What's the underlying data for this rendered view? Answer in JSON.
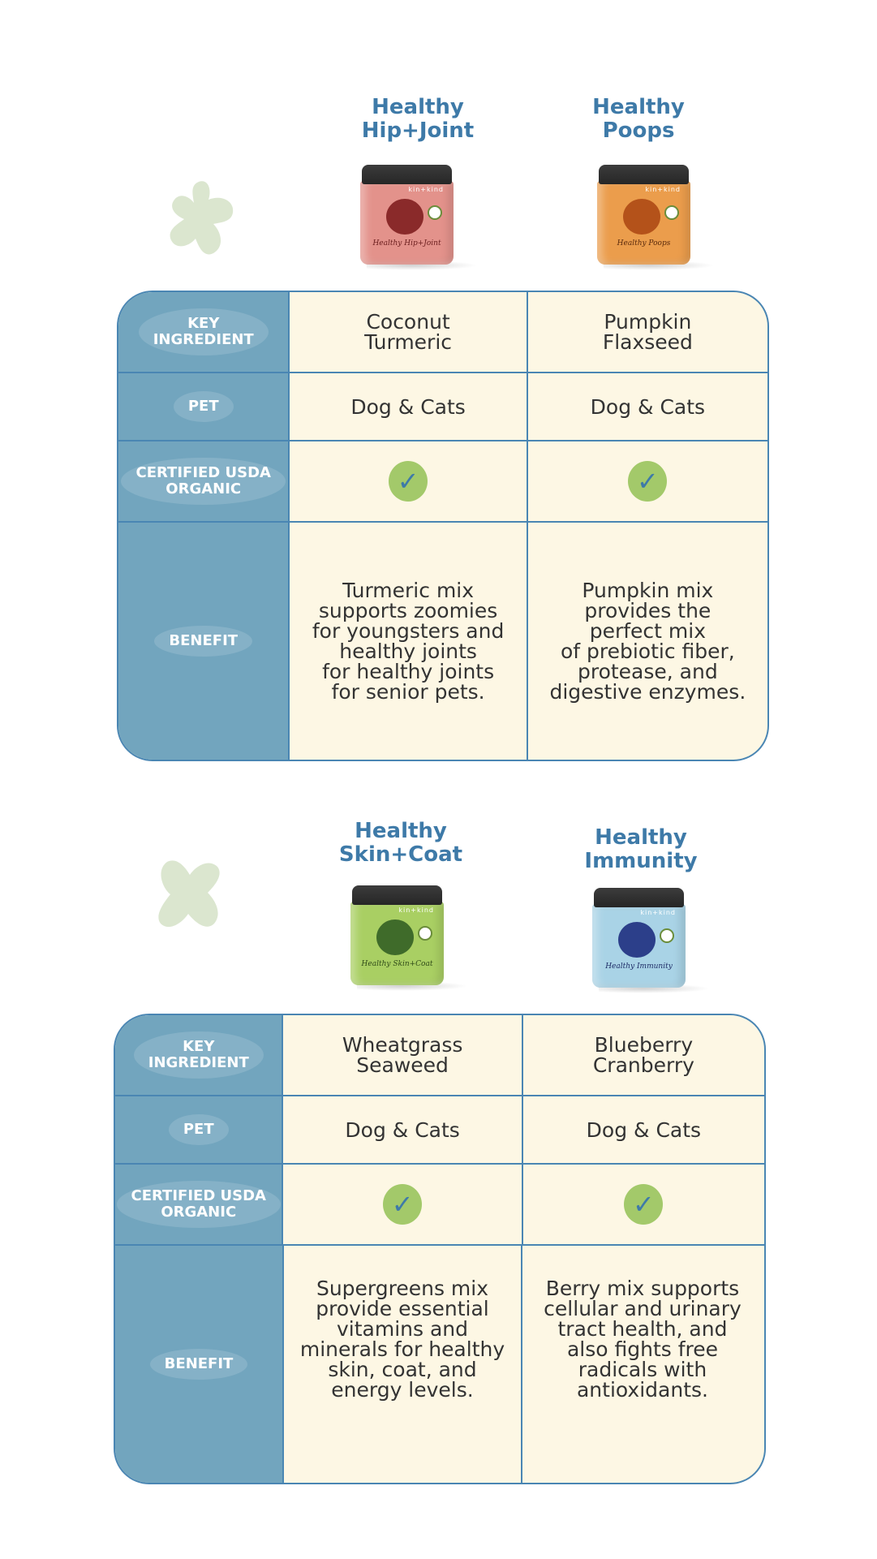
{
  "colors": {
    "title_blue": "#3e7aa8",
    "header_blue": "#72a5be",
    "cell_cream": "#fdf7e4",
    "check_green": "#a3c96a",
    "splat_green": "#dbe6cf"
  },
  "sections": [
    {
      "products": [
        {
          "title_line1": "Healthy",
          "title_line2": "Hip+Joint",
          "jar_brand": "kin+kind",
          "jar_label": "Healthy Hip+Joint",
          "jar_color": "#e3928b"
        },
        {
          "title_line1": "Healthy",
          "title_line2": "Poops",
          "jar_brand": "kin+kind",
          "jar_label": "Healthy Poops",
          "jar_color": "#eb9d4c"
        }
      ],
      "table": {
        "key_ingredient": {
          "label_line1": "KEY",
          "label_line2": "INGREDIENT",
          "values": [
            {
              "line1": "Coconut",
              "line2": "Turmeric"
            },
            {
              "line1": "Pumpkin",
              "line2": "Flaxseed"
            }
          ]
        },
        "pet": {
          "label": "PET",
          "values": [
            "Dog & Cats",
            "Dog & Cats"
          ]
        },
        "organic": {
          "label_line1": "CERTIFIED USDA",
          "label_line2": "ORGANIC",
          "values": [
            "✓",
            "✓"
          ]
        },
        "benefit": {
          "label": "BENEFIT",
          "values": [
            [
              "Turmeric mix",
              "supports zoomies",
              "for youngsters and",
              "healthy joints",
              "for healthy joints",
              "for senior pets."
            ],
            [
              "Pumpkin mix",
              "provides the",
              "perfect mix",
              "of prebiotic fiber,",
              "protease, and",
              "digestive enzymes."
            ]
          ]
        }
      }
    },
    {
      "products": [
        {
          "title_line1": "Healthy",
          "title_line2": "Skin+Coat",
          "jar_brand": "kin+kind",
          "jar_label": "Healthy Skin+Coat",
          "jar_color": "#a9cf63"
        },
        {
          "title_line1": "Healthy",
          "title_line2": "Immunity",
          "jar_brand": "kin+kind",
          "jar_label": "Healthy Immunity",
          "jar_color": "#a9d3e6"
        }
      ],
      "table": {
        "key_ingredient": {
          "label_line1": "KEY",
          "label_line2": "INGREDIENT",
          "values": [
            {
              "line1": "Wheatgrass",
              "line2": "Seaweed"
            },
            {
              "line1": "Blueberry",
              "line2": "Cranberry"
            }
          ]
        },
        "pet": {
          "label": "PET",
          "values": [
            "Dog & Cats",
            "Dog & Cats"
          ]
        },
        "organic": {
          "label_line1": "CERTIFIED USDA",
          "label_line2": "ORGANIC",
          "values": [
            "✓",
            "✓"
          ]
        },
        "benefit": {
          "label": "BENEFIT",
          "values": [
            [
              "Supergreens mix",
              "provide essential",
              "vitamins and",
              "minerals for healthy",
              "skin, coat, and",
              "energy levels."
            ],
            [
              "Berry mix supports",
              "cellular and urinary",
              "tract health, and",
              "also fights free",
              "radicals with",
              "antioxidants."
            ]
          ]
        }
      }
    }
  ]
}
